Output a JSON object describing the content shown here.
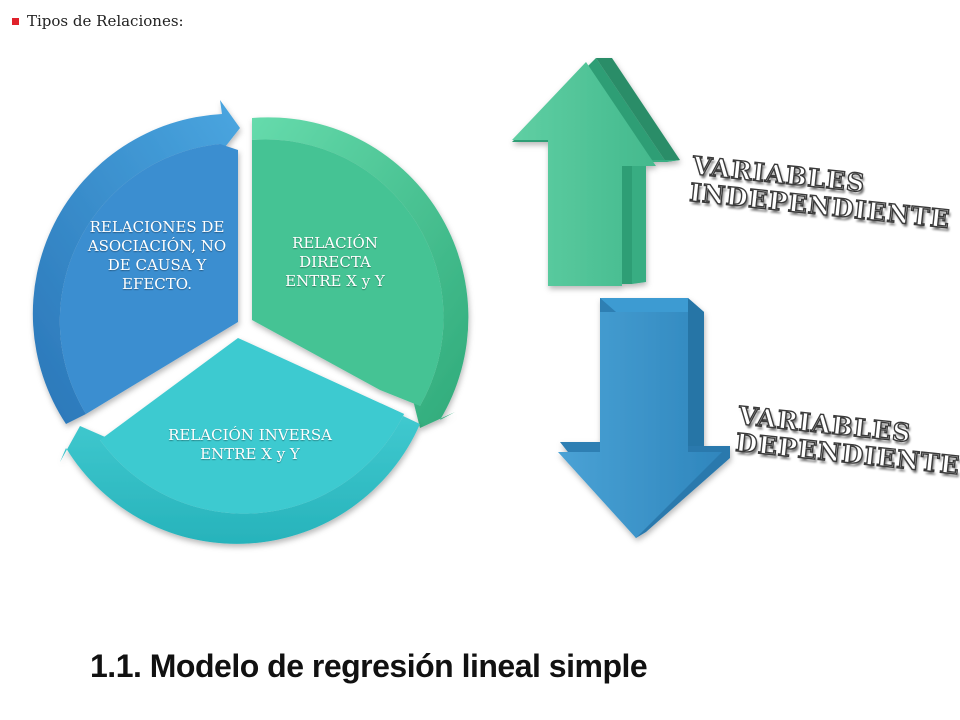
{
  "header": {
    "bullet_text": "Tipos de Relaciones:",
    "bullet_color": "#e0212b"
  },
  "cycle": {
    "segments": [
      {
        "label": "RELACIÓN DIRECTA ENTRE X y Y",
        "color": "#3fbf8e"
      },
      {
        "label": "RELACIÓN INVERSA ENTRE X y Y",
        "color": "#36c6cc"
      },
      {
        "label": "RELACIONES DE ASOCIACIÓN, NO DE CAUSA Y EFECTO.",
        "color": "#3b8fd1"
      }
    ]
  },
  "arrows": {
    "up": {
      "label_line1": "VARIABLES",
      "label_line2": "INDEPENDIENTE",
      "color": "#52c499"
    },
    "down": {
      "label_line1": "VARIABLES",
      "label_line2": "DEPENDIENTES",
      "color": "#3a93c9"
    }
  },
  "title": "1.1. Modelo de regresión lineal simple"
}
